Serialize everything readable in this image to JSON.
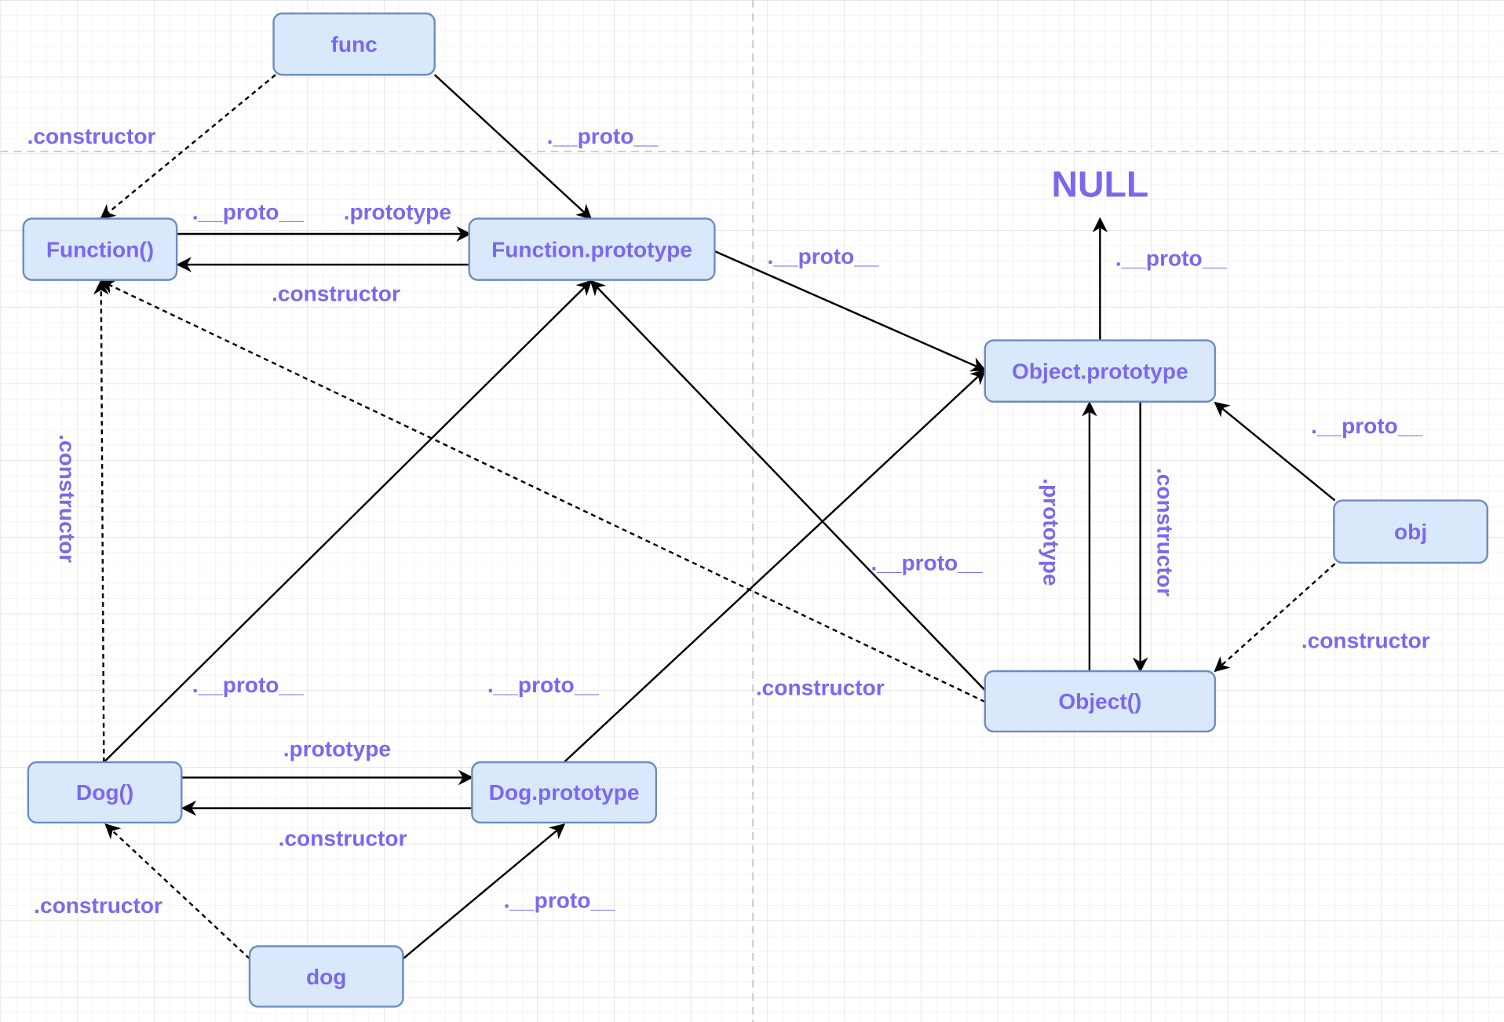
{
  "colors": {
    "node_fill": "#dae8fc",
    "node_stroke": "#6c8ebf",
    "text": "#7b68ee",
    "edge": "#000000",
    "grid": "#e6e6e6"
  },
  "terminal": {
    "id": "null",
    "label": "NULL"
  },
  "nodes": [
    {
      "id": "func",
      "label": "func"
    },
    {
      "id": "function_ctor",
      "label": "Function()"
    },
    {
      "id": "function_proto",
      "label": "Function.prototype"
    },
    {
      "id": "object_proto",
      "label": "Object.prototype"
    },
    {
      "id": "obj",
      "label": "obj"
    },
    {
      "id": "object_ctor",
      "label": "Object()"
    },
    {
      "id": "dog_ctor",
      "label": "Dog()"
    },
    {
      "id": "dog_proto",
      "label": "Dog.prototype"
    },
    {
      "id": "dog",
      "label": "dog"
    }
  ],
  "edges": [
    {
      "from": "func",
      "to": "function_ctor",
      "label": ".constructor",
      "line": "dashed"
    },
    {
      "from": "func",
      "to": "function_proto",
      "label": ".__proto__",
      "line": "solid"
    },
    {
      "from": "function_ctor",
      "to": "function_proto",
      "label": ".__proto__",
      "label2": ".prototype",
      "line": "solid"
    },
    {
      "from": "function_proto",
      "to": "function_ctor",
      "label": ".constructor",
      "line": "solid"
    },
    {
      "from": "function_proto",
      "to": "object_proto",
      "label": ".__proto__",
      "line": "solid"
    },
    {
      "from": "object_proto",
      "to": "null",
      "label": ".__proto__",
      "line": "solid"
    },
    {
      "from": "object_ctor",
      "to": "object_proto",
      "label": ".prototype",
      "line": "solid"
    },
    {
      "from": "object_proto",
      "to": "object_ctor",
      "label": ".constructor",
      "line": "solid"
    },
    {
      "from": "obj",
      "to": "object_proto",
      "label": ".__proto__",
      "line": "solid"
    },
    {
      "from": "obj",
      "to": "object_ctor",
      "label": ".constructor",
      "line": "dashed"
    },
    {
      "from": "object_ctor",
      "to": "function_ctor",
      "label": ".constructor",
      "line": "dashed"
    },
    {
      "from": "object_ctor",
      "to": "function_proto",
      "label": ".__proto__",
      "line": "solid"
    },
    {
      "from": "dog_ctor",
      "to": "function_ctor",
      "label": ".constructor",
      "line": "dashed"
    },
    {
      "from": "dog_ctor",
      "to": "function_proto",
      "label": ".__proto__",
      "line": "solid"
    },
    {
      "from": "dog_proto",
      "to": "object_proto",
      "label": ".__proto__",
      "line": "solid"
    },
    {
      "from": "dog_ctor",
      "to": "dog_proto",
      "label": ".prototype",
      "line": "solid"
    },
    {
      "from": "dog_proto",
      "to": "dog_ctor",
      "label": ".constructor",
      "line": "solid"
    },
    {
      "from": "dog",
      "to": "dog_ctor",
      "label": ".constructor",
      "line": "dashed"
    },
    {
      "from": "dog",
      "to": "dog_proto",
      "label": ".__proto__",
      "line": "solid"
    }
  ]
}
